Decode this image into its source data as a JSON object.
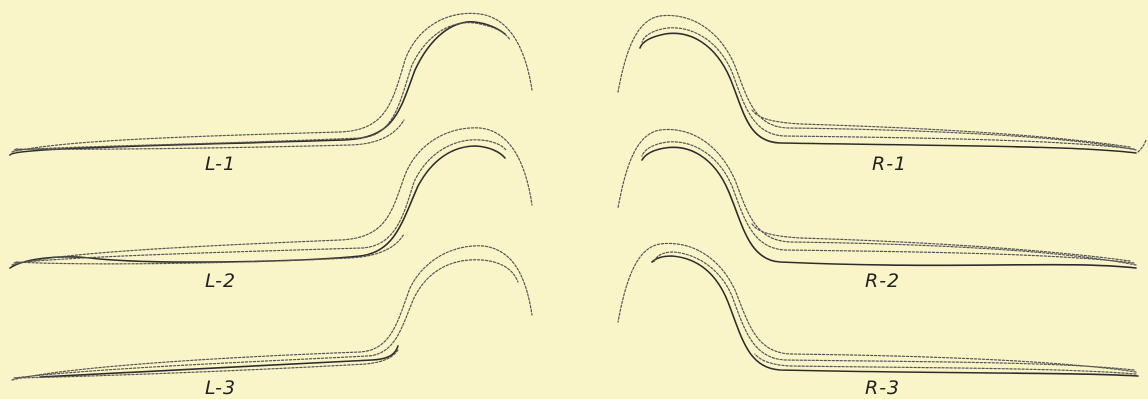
{
  "figure": {
    "panels": [
      {
        "id": "L-1",
        "label": "L-1"
      },
      {
        "id": "L-2",
        "label": "L-2"
      },
      {
        "id": "L-3",
        "label": "L-3"
      },
      {
        "id": "R-1",
        "label": "R-1"
      },
      {
        "id": "R-2",
        "label": "R-2"
      },
      {
        "id": "R-3",
        "label": "R-3"
      }
    ]
  }
}
